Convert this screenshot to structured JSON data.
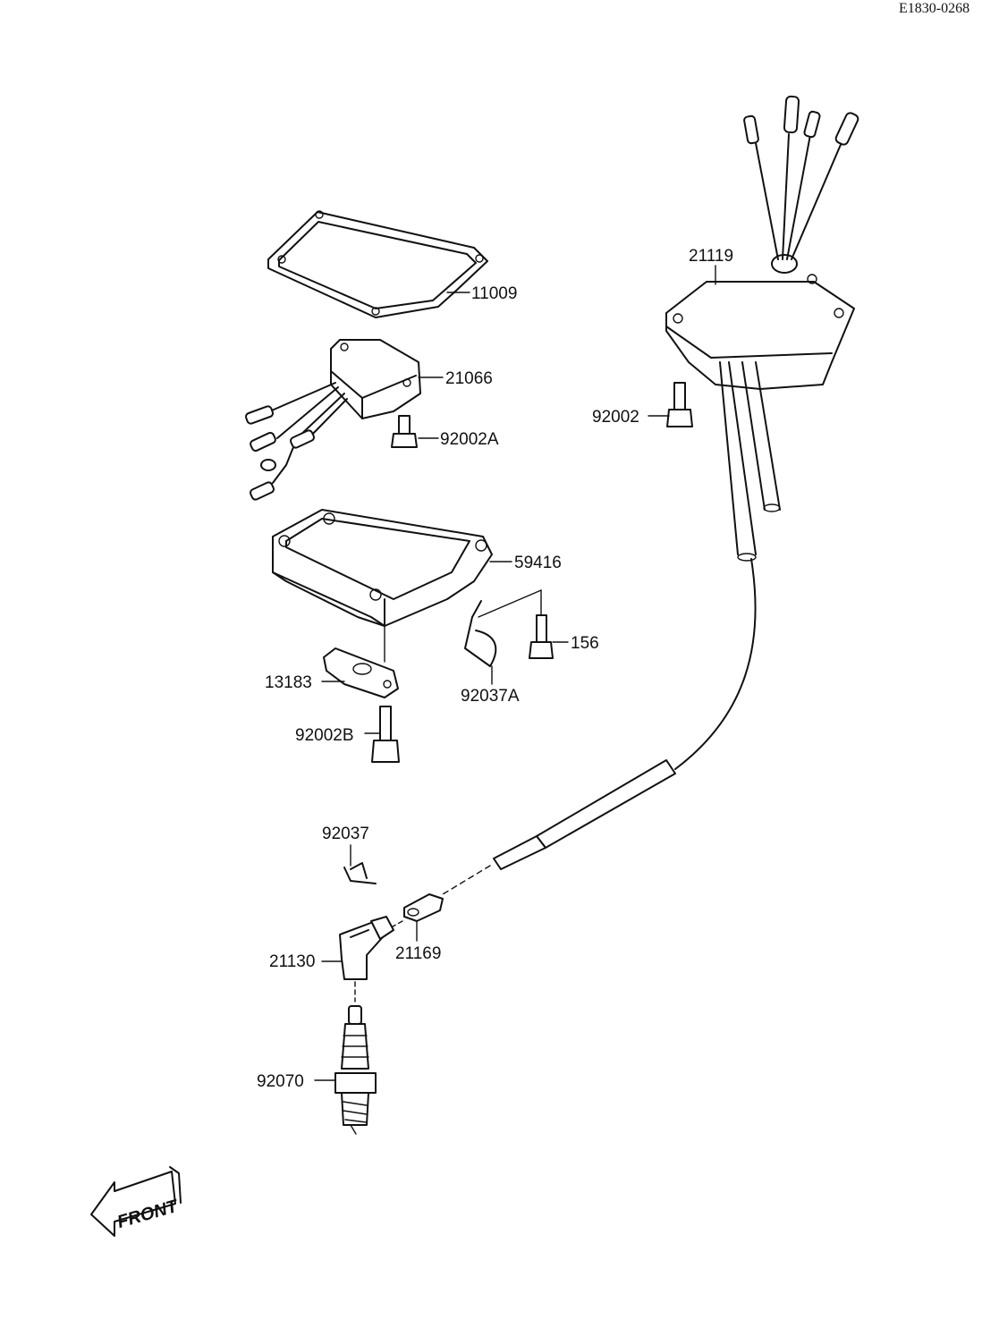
{
  "diagram_code": "E1830-0268",
  "front_label": "FRONT",
  "parts": {
    "p11009": "11009",
    "p21066": "21066",
    "p92002A": "92002A",
    "p59416": "59416",
    "p156": "156",
    "p13183": "13183",
    "p92037A": "92037A",
    "p92002B": "92002B",
    "p21119": "21119",
    "p92002": "92002",
    "p92037": "92037",
    "p21130": "21130",
    "p21169": "21169",
    "p92070": "92070"
  }
}
